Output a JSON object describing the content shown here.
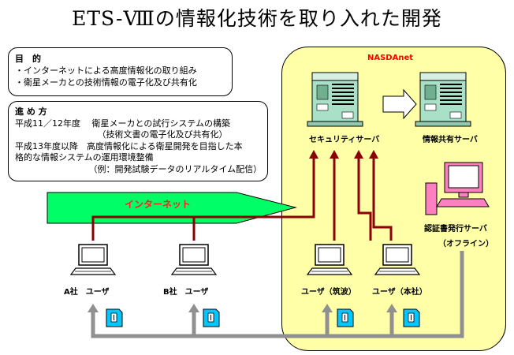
{
  "title": "ETS-Ⅷの情報化技術を取り入れた開発",
  "purpose": {
    "heading": "目　的",
    "items": [
      "・インターネットによる高度情報化の取り組み",
      "・衛星メーカとの技術情報の電子化及び共有化"
    ]
  },
  "progress": {
    "heading": "進 め 方",
    "lines": [
      "平成11／12年度　 衛星メーカとの試行システムの構築",
      "　　　　　　　　　　（技術文書の電子化及び共有化）",
      "平成13年度以降　高度情報化による衛星開発を目指した本",
      "格的な情報システムの運用環境整備",
      "　　　　　　　　　（例：開発試験データのリアルタイム配信）"
    ]
  },
  "network": {
    "internet_label": "インターネット",
    "nasdanet_label": "NASDAnet",
    "security_server": "セキュリティサーバ",
    "info_server": "情報共有サーバ",
    "cert_server": "認証書発行サーバ",
    "offline": "（オフライン）",
    "users": [
      "A社　ユーザ",
      "B社　ユーザ",
      "ユーザ（筑波）",
      "ユーザ（本社）"
    ]
  },
  "colors": {
    "nasda_bg": "#ffffa8",
    "internet_arrow": "#00ff66",
    "link_line": "#8b0000",
    "cert_line": "#909090",
    "server_body": "#a8e0c8",
    "pc_body": "#ff80c0",
    "cert_icon": "#00c8ff"
  }
}
